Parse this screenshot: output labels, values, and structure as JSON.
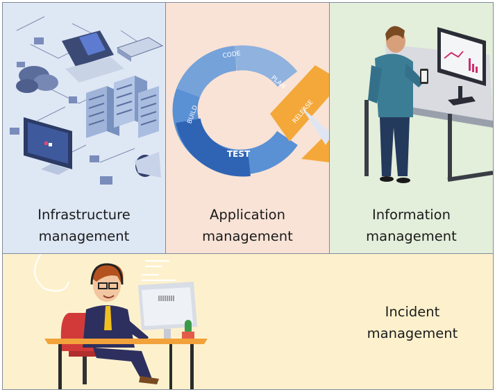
{
  "panels": {
    "infrastructure": {
      "line1": "Infrastructure",
      "line2": "management",
      "bg": "#dee7f4"
    },
    "application": {
      "line1": "Application",
      "line2": "management",
      "bg": "#f9e3d6",
      "cycle_labels": {
        "code": "CODE",
        "plan": "PLAN",
        "build": "BUILD",
        "test": "TEST",
        "release": "RELEASE"
      }
    },
    "information": {
      "line1": "Information",
      "line2": "management",
      "bg": "#e3eedb"
    },
    "incident": {
      "line1": "Incident",
      "line2": "management",
      "bg": "#fdf1cd"
    }
  },
  "icons": {
    "infrastructure": "isometric-datacenter-illustration",
    "application": "devops-infinity-loop-illustration",
    "information": "man-with-tablet-at-monitor-illustration",
    "incident": "support-agent-with-headset-illustration"
  }
}
